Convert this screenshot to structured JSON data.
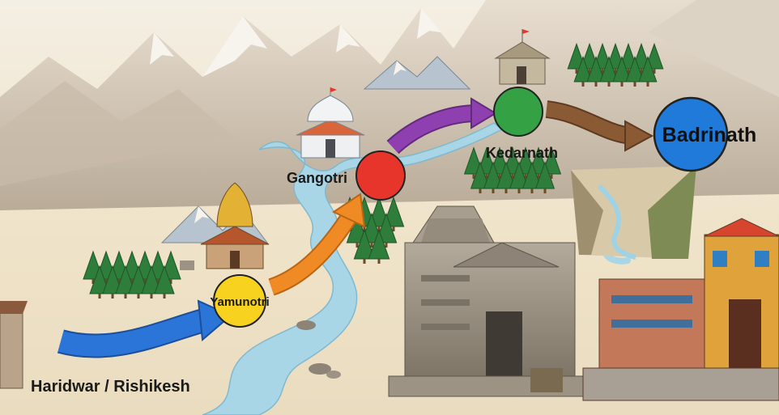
{
  "stops": [
    {
      "label": "Haridwar / Rishikesh",
      "color": ""
    },
    {
      "label": "Yamunotri",
      "color": "#f7d21f"
    },
    {
      "label": "Gangotri",
      "color": "#e8352b"
    },
    {
      "label": "Kedarnath",
      "color": "#34a244"
    },
    {
      "label": "Badrinath",
      "color": "#1f7ad9"
    }
  ],
  "arrows": [
    {
      "from": "Haridwar / Rishikesh",
      "to": "Yamunotri",
      "color": "#2b74d8"
    },
    {
      "from": "Yamunotri",
      "to": "Gangotri",
      "color": "#f08a25"
    },
    {
      "from": "Gangotri",
      "to": "Kedarnath",
      "color": "#8e3fb0"
    },
    {
      "from": "Kedarnath",
      "to": "Badrinath",
      "color": "#8a5a35"
    }
  ],
  "colors": {
    "sky": "#f3ede0",
    "mountain": "#cdbfae",
    "snow": "#f7f4ee",
    "river": "#a9d6e6",
    "tree": "#2f7d3a",
    "stone": "#8d8477",
    "text": "#1a1a1a"
  }
}
